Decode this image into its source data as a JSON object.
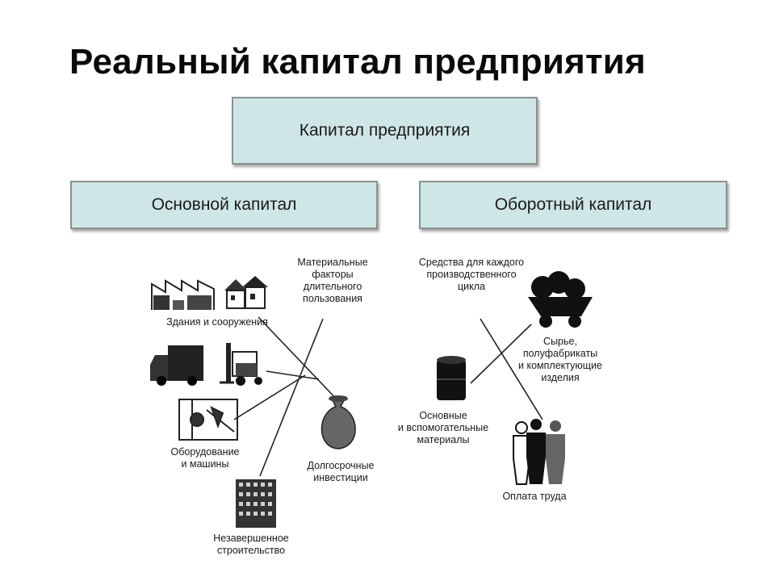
{
  "title": "Реальный капитал предприятия",
  "boxes": {
    "top": "Капитал предприятия",
    "left": "Основной капитал",
    "right": "Оборотный капитал"
  },
  "left_labels": {
    "material_factors": "Материальные\nфакторы\nдлительного\nпользования",
    "buildings": "Здания и сооружения",
    "equipment": "Оборудование\nи машины",
    "long_investments": "Долгосрочные\nинвестиции",
    "construction": "Незавершенное\nстроительство"
  },
  "right_labels": {
    "means_cycle": "Средства для каждого\nпроизводственного\nцикла",
    "raw": "Сырье,\nполуфабрикаты\nи комплектующие\nизделия",
    "materials": "Основные\nи вспомогательные\nматериалы",
    "labor": "Оплата труда"
  }
}
